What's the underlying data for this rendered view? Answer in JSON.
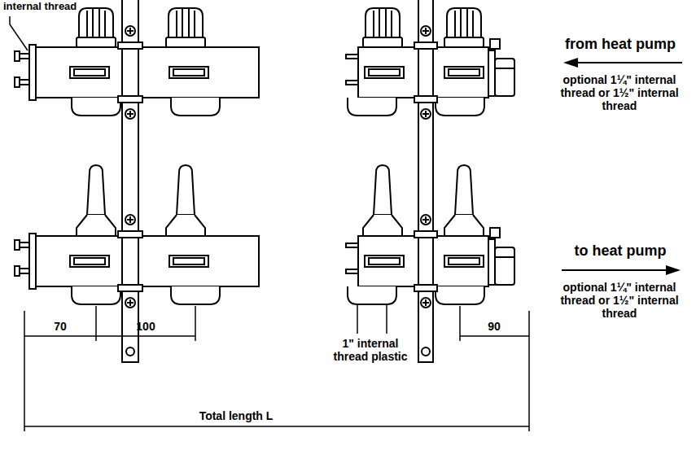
{
  "diagram": {
    "labels": [
      "internal thread",
      "from heat pump",
      "optional 1¼\" internal thread or 1½\" internal thread",
      "to heat pump",
      "optional 1¼\" internal thread or 1½\" internal thread",
      "70",
      "100",
      "1\" internal thread plastic",
      "90",
      "Total length L"
    ]
  }
}
